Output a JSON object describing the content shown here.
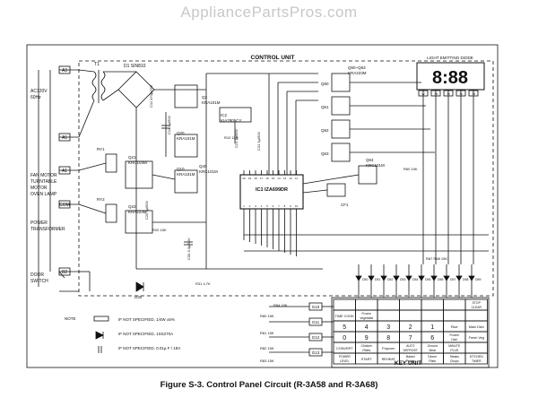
{
  "watermark": "AppliancePartsPros.com",
  "caption": "Figure S-3. Control Panel Circuit (R-3A58 and R-3A68)",
  "control_unit_title": "CONTROL UNIT",
  "key_unit_title": "KEY UNIT",
  "display": {
    "label": "LIGHT EMITTING DIODE",
    "digits": "8:88",
    "segment_pins": [
      "W",
      "7a",
      "7b",
      "7c",
      "7d"
    ]
  },
  "terminals": {
    "left": [
      "A3",
      "A5",
      "A1",
      "COM",
      "B2"
    ],
    "keys": [
      "G10",
      "G11",
      "G12",
      "G13"
    ]
  },
  "input_labels": {
    "ac": [
      "AC120V",
      "60Hz"
    ],
    "fan": [
      "FAN MOTOR",
      "TURNTABLE",
      "MOTOR",
      "OVEN LAMP"
    ],
    "power": [
      "POWER",
      "TRANSFORMER"
    ],
    "door": [
      "DOOR",
      "SWITCH"
    ]
  },
  "components": {
    "t1": "T1",
    "bridge": "D1 SIN810",
    "q2": [
      "Q2",
      "KRA101M"
    ],
    "ic2": [
      "IC2",
      "KIA7805CY"
    ],
    "q10": [
      "Q10",
      "KRA101M"
    ],
    "q20": [
      "Q20",
      "KRA101M"
    ],
    "q21": [
      "Q21",
      "KRC104M"
    ],
    "q22": [
      "Q22",
      "KRA223M"
    ],
    "q40": [
      "Q40",
      "KRC101M"
    ],
    "q64": [
      "Q64",
      "KRC101M"
    ],
    "q60": [
      "Q60~Q63",
      "KRA223M"
    ],
    "q_labels": [
      "Q60",
      "Q61",
      "Q62",
      "Q63"
    ],
    "ic1": [
      "IC1",
      "IZA699DR"
    ],
    "cf1": "CF1",
    "rly1": "RY1",
    "rly2": "RY2",
    "d30": "D30",
    "r_labels": [
      "R10 15K",
      "R20 15K",
      "R31 4.7K",
      "R80 15K",
      "R81 15K",
      "R82 15K",
      "R83 15K",
      "R84 15K",
      "R87 R88 15K",
      "R60 15K"
    ],
    "c_labels": [
      "C11 470µ/25V",
      "C12 1µ/50V",
      "C20 1µ/50V",
      "C21 1µ/50V",
      "C30 3.3µ/50V",
      "C31 1µ/50V"
    ],
    "ic_pins_top": [
      "20",
      "19",
      "18",
      "17",
      "16",
      "15",
      "14",
      "13",
      "12",
      "11"
    ],
    "ic_pins_bottom": [
      "1",
      "2",
      "3",
      "4",
      "5",
      "6",
      "7",
      "8",
      "9",
      "10"
    ],
    "d_labels": [
      "D50",
      "D51",
      "D52",
      "D53",
      "D54",
      "D55",
      "D56",
      "D57",
      "D58",
      "D59"
    ]
  },
  "keypad": {
    "header": [
      "",
      "",
      "",
      "",
      "",
      "",
      "STOP CLEAR"
    ],
    "rows": [
      [
        "TIME COOK",
        "Frozen Vegetable",
        "",
        "",
        "",
        "",
        ""
      ],
      [
        "5",
        "4",
        "3",
        "2",
        "1",
        "Rice",
        "Main Dish"
      ],
      [
        "0",
        "9",
        "8",
        "7",
        "6",
        "Frozen Dish",
        "Fresh Veg"
      ],
      [
        "CONVERT",
        "Chicken Fillets",
        "Popcorn",
        "AUTO DEFROST",
        "Ground Meat",
        "MINUTE PLUS",
        ""
      ],
      [
        "POWER LEVEL",
        "START",
        "REHEAT",
        "Baked Potato",
        "Dinner Plate",
        "Steaks Chops",
        "KITCHEN TIMER"
      ]
    ]
  },
  "notes": {
    "title": "NOTE",
    "lines": [
      "IF NOT SPECIFIED, 1/4W ±5%",
      "IF NOT SPECIFIED, 1SS270A",
      "IF NOT SPECIFIED, 0.01µ F / 16V"
    ]
  }
}
